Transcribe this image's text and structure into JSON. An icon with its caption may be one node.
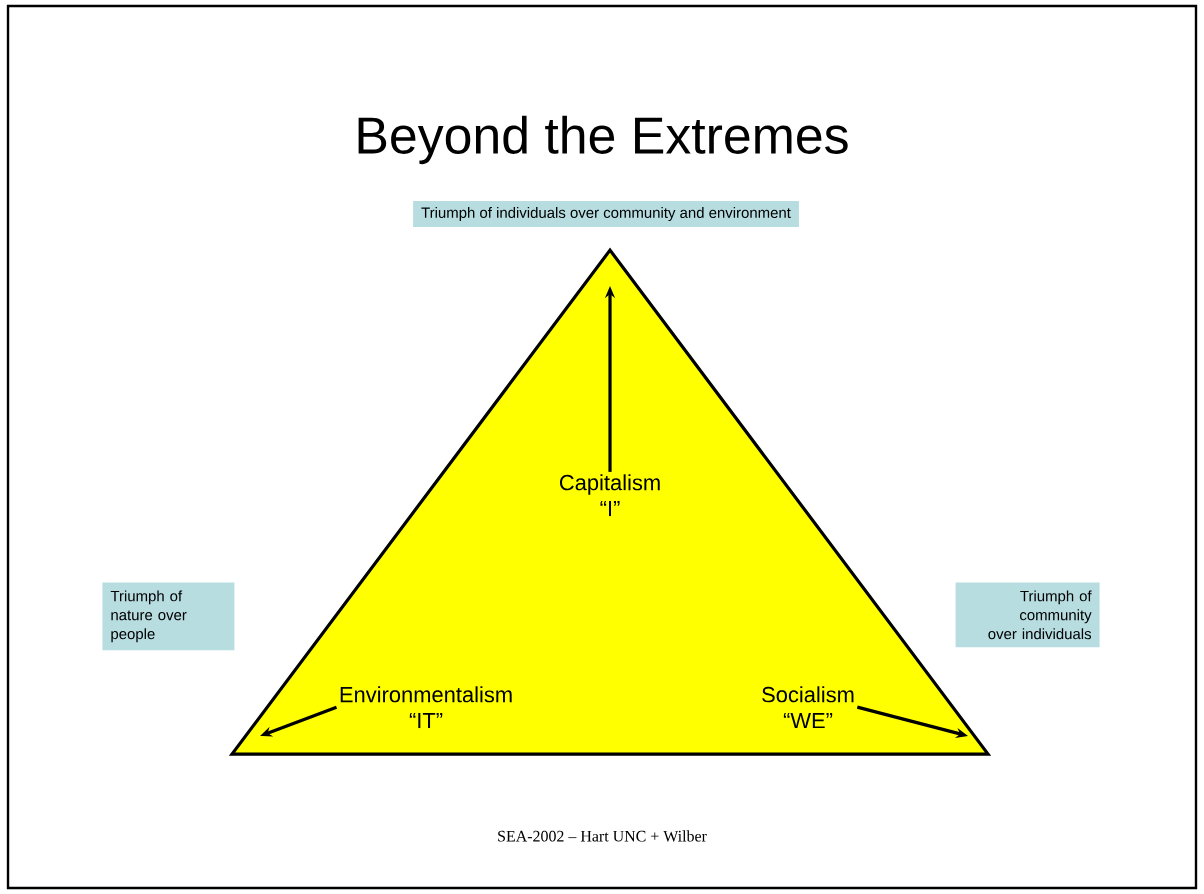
{
  "diagram": {
    "title": "Beyond the Extremes",
    "nodes": [
      {
        "text": [
          "Triumph of individuals over community and environment"
        ]
      },
      {
        "text": [],
        "shape": "triangle"
      },
      {
        "text": [
          "Capitalism",
          "“I”"
        ],
        "in": 1
      },
      {
        "text": [
          "Triumph of nature over people"
        ]
      },
      {
        "text": [
          "Triumph of community over individuals"
        ]
      },
      {
        "text": [
          "Environmentalism",
          "“IT”"
        ],
        "in": 1
      },
      {
        "text": [
          "Socialism",
          "“WE”"
        ],
        "in": 1
      }
    ],
    "edges": [
      {
        "from": 2,
        "to": null,
        "arrow": "to"
      },
      {
        "from": 5,
        "to": null,
        "arrow": "to"
      },
      {
        "from": 6,
        "to": null,
        "arrow": "to"
      }
    ],
    "labels": [
      "SEA-2002 – Hart UNC + Wilber"
    ]
  }
}
